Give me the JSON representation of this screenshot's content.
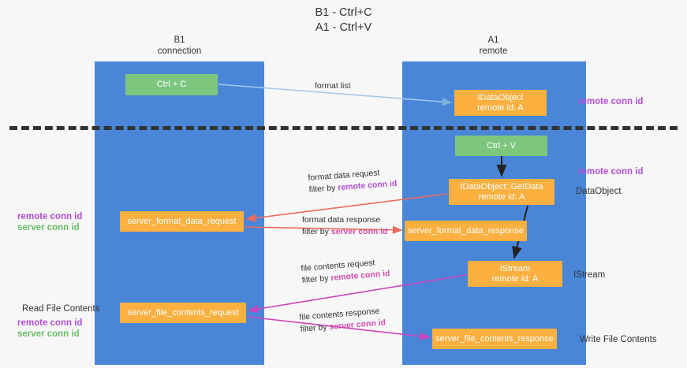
{
  "title": {
    "line1": "B1 - Ctrl+C",
    "line2": "A1 - Ctrl+V"
  },
  "lanes": [
    {
      "id": "b1",
      "name": "B1",
      "sub": "connection",
      "color": "#4a86d8"
    },
    {
      "id": "a1",
      "name": "A1",
      "sub": "remote",
      "color": "#4a86d8"
    }
  ],
  "nodes": {
    "ctrl_c": {
      "label": "Ctrl + C",
      "color": "#7dc67d"
    },
    "data_object": {
      "line1": "IDataObject",
      "line2": "remote id: A",
      "color": "#fbb040"
    },
    "ctrl_v": {
      "label": "Ctrl + V",
      "color": "#7dc67d"
    },
    "get_data": {
      "line1": "IDataObject::GetData",
      "line2": "remote id: A",
      "color": "#fbb040"
    },
    "server_format_data_request": {
      "label": "server_format_data_request",
      "color": "#fbb040"
    },
    "server_format_data_response": {
      "label": "server_format_data_response",
      "color": "#fbb040"
    },
    "istream": {
      "line1": "IStream",
      "line2": "remote id: A",
      "color": "#fbb040"
    },
    "server_file_contents_request": {
      "label": "server_file_contents_request",
      "color": "#fbb040"
    },
    "server_file_contents_response": {
      "label": "server_file_contents_response",
      "color": "#fbb040"
    }
  },
  "edges": {
    "format_list": {
      "label": "format list",
      "color": "#a8c8e8"
    },
    "format_data_request": {
      "label": "format data request",
      "filter_prefix": "filter by ",
      "filter_key": "remote conn id",
      "color": "#ed6b5a"
    },
    "format_data_response": {
      "label": "format data response",
      "filter_prefix": "filter by ",
      "filter_key": "server conn id",
      "color": "#ed6b5a"
    },
    "file_contents_request": {
      "label": "file contents request",
      "filter_prefix": "filter by ",
      "filter_key": "remote conn id",
      "color": "#cc44bb"
    },
    "file_contents_response": {
      "label": "file contents response",
      "filter_prefix": "filter by ",
      "filter_key": "server conn id",
      "color": "#cc44bb"
    }
  },
  "annotations": {
    "remote_conn_id_top": "remote conn id",
    "remote_conn_id_mid": "remote conn id",
    "data_object_label": "DataObject",
    "istream_label": "IStream",
    "write_file_contents": "Write File Contents",
    "read_file_contents": "Read File Contents",
    "left_remote_conn_id_1": "remote conn id",
    "left_server_conn_id_1": "server conn id",
    "left_remote_conn_id_2": "remote conn id",
    "left_server_conn_id_2": "server conn id"
  },
  "colors": {
    "lane": "#4a86d8",
    "green_node": "#7dc67d",
    "orange_node": "#fbb040",
    "purple_text": "#b14fd6",
    "green_text": "#68bd68",
    "pink_text": "#d64fb0",
    "red_arrow": "#ed6b5a",
    "magenta_arrow": "#cc44bb",
    "light_blue_arrow": "#a8c8e8",
    "divider": "#333333",
    "background": "#f7f7f7"
  }
}
